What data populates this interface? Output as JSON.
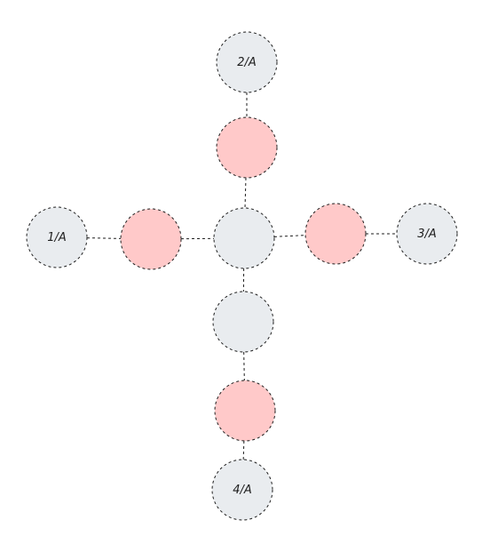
{
  "colors": {
    "gray_fill": "#e9ecef",
    "pink_fill": "#ffc9c9",
    "stroke": "#1e1e1e"
  },
  "nodes": [
    {
      "id": "n-1a",
      "label": "1/A",
      "fill": "gray"
    },
    {
      "id": "n-left-pink",
      "label": "",
      "fill": "pink"
    },
    {
      "id": "n-center",
      "label": "",
      "fill": "gray"
    },
    {
      "id": "n-right-pink",
      "label": "",
      "fill": "pink"
    },
    {
      "id": "n-3a",
      "label": "3/A",
      "fill": "gray"
    },
    {
      "id": "n-2a",
      "label": "2/A",
      "fill": "gray"
    },
    {
      "id": "n-top-pink",
      "label": "",
      "fill": "pink"
    },
    {
      "id": "n-below-gray",
      "label": "",
      "fill": "gray"
    },
    {
      "id": "n-bottom-pink",
      "label": "",
      "fill": "pink"
    },
    {
      "id": "n-4a",
      "label": "4/A",
      "fill": "gray"
    }
  ],
  "edges": [
    [
      "n-1a",
      "n-left-pink"
    ],
    [
      "n-left-pink",
      "n-center"
    ],
    [
      "n-center",
      "n-right-pink"
    ],
    [
      "n-right-pink",
      "n-3a"
    ],
    [
      "n-2a",
      "n-top-pink"
    ],
    [
      "n-top-pink",
      "n-center"
    ],
    [
      "n-center",
      "n-below-gray"
    ],
    [
      "n-below-gray",
      "n-bottom-pink"
    ],
    [
      "n-bottom-pink",
      "n-4a"
    ]
  ]
}
